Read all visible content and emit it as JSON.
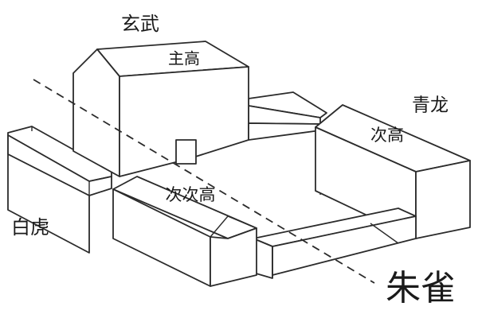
{
  "labels": {
    "north": "玄武",
    "main_house": "主高",
    "east": "青龙",
    "east_house": "次高",
    "middle_house": "次次高",
    "west": "白虎",
    "south": "朱雀"
  },
  "colors": {
    "line": "#2b2b2b",
    "text": "#1a1a1a",
    "background": "#ffffff"
  }
}
